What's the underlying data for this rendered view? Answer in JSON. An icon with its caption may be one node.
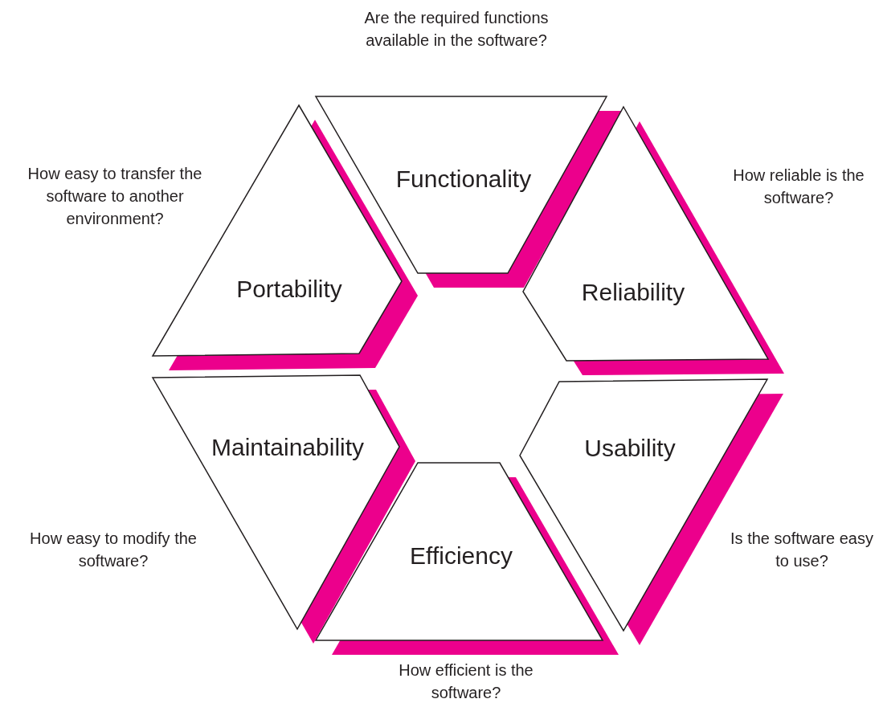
{
  "diagram": {
    "nodes": [
      {
        "text": [
          "Functionality"
        ],
        "beside": [
          "Are the required functions available in the software?"
        ]
      },
      {
        "text": [
          "Reliability"
        ],
        "beside": [
          "How reliable is the software?"
        ]
      },
      {
        "text": [
          "Usability"
        ],
        "beside": [
          "Is the software easy to use?"
        ]
      },
      {
        "text": [
          "Efficiency"
        ],
        "beside": [
          "How efficient is the software?"
        ]
      },
      {
        "text": [
          "Maintainability"
        ],
        "beside": [
          "How easy to modify the software?"
        ]
      },
      {
        "text": [
          "Portability"
        ],
        "beside": [
          "How easy to transfer the software to another environment?"
        ]
      }
    ]
  }
}
